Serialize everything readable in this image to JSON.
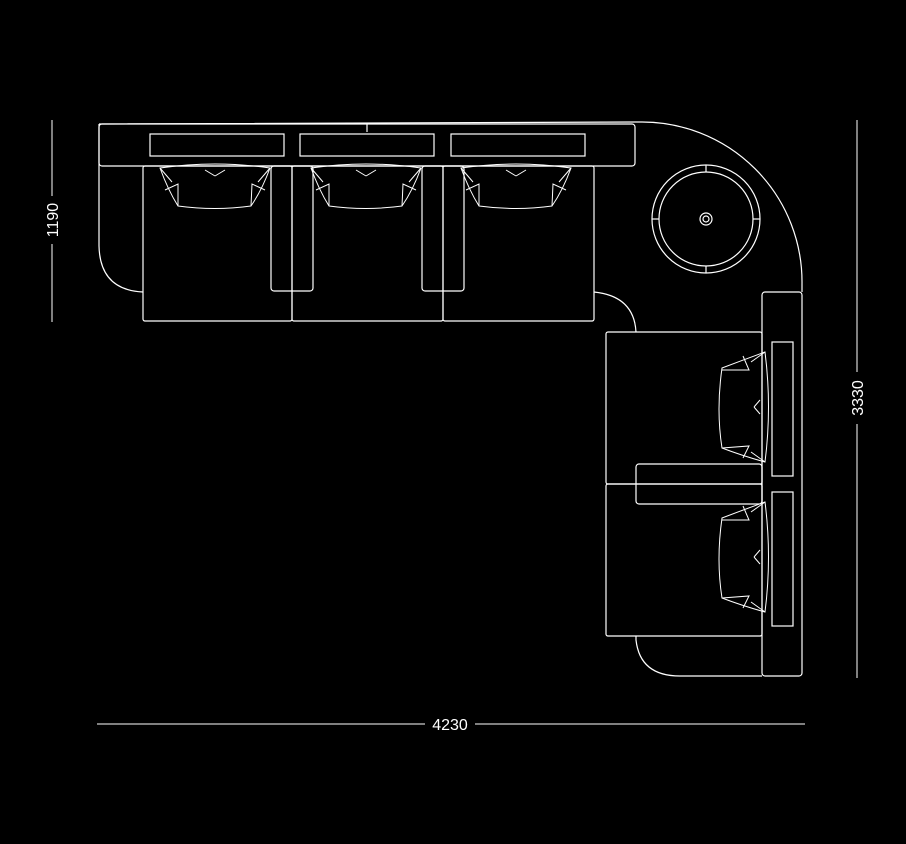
{
  "drawing": {
    "colors": {
      "background": "#000000",
      "line": "#ffffff"
    },
    "dimensions": {
      "left_height": "1190",
      "right_height": "3330",
      "bottom_width": "4230"
    }
  }
}
